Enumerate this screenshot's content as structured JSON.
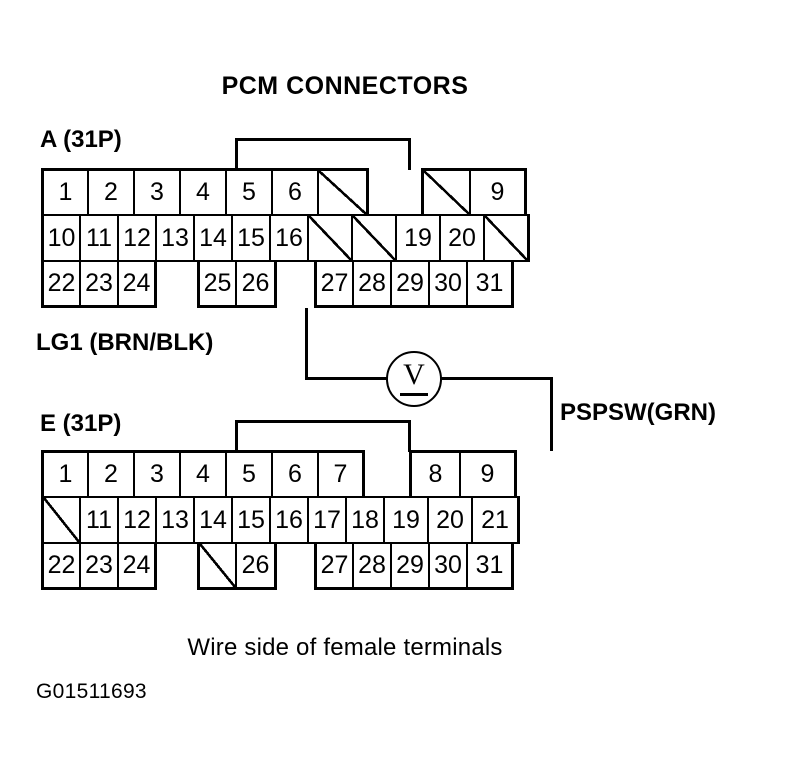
{
  "title": "PCM CONNECTORS",
  "caption": "Wire side of female terminals",
  "figure_id": "G01511693",
  "connectors": [
    {
      "id": "A",
      "label": "A (31P)",
      "rows": [
        [
          {
            "text": "1",
            "type": "pin"
          },
          {
            "text": "2",
            "type": "pin"
          },
          {
            "text": "3",
            "type": "pin"
          },
          {
            "text": "4",
            "type": "pin"
          },
          {
            "text": "5",
            "type": "pin"
          },
          {
            "text": "6",
            "type": "pin"
          },
          {
            "text": "",
            "type": "blank"
          },
          {
            "text": "",
            "type": "gap"
          },
          {
            "text": "",
            "type": "blank"
          },
          {
            "text": "9",
            "type": "pin"
          }
        ],
        [
          {
            "text": "10",
            "type": "pin"
          },
          {
            "text": "11",
            "type": "pin"
          },
          {
            "text": "12",
            "type": "pin"
          },
          {
            "text": "13",
            "type": "pin"
          },
          {
            "text": "14",
            "type": "pin"
          },
          {
            "text": "15",
            "type": "pin"
          },
          {
            "text": "16",
            "type": "pin"
          },
          {
            "text": "",
            "type": "blank"
          },
          {
            "text": "",
            "type": "blank"
          },
          {
            "text": "19",
            "type": "pin"
          },
          {
            "text": "20",
            "type": "pin"
          },
          {
            "text": "",
            "type": "blank"
          }
        ],
        [
          {
            "text": "22",
            "type": "pin"
          },
          {
            "text": "23",
            "type": "pin"
          },
          {
            "text": "24",
            "type": "pin"
          },
          {
            "text": "",
            "type": "gap"
          },
          {
            "text": "25",
            "type": "pin"
          },
          {
            "text": "26",
            "type": "pin"
          },
          {
            "text": "",
            "type": "gap"
          },
          {
            "text": "27",
            "type": "pin"
          },
          {
            "text": "28",
            "type": "pin"
          },
          {
            "text": "29",
            "type": "pin"
          },
          {
            "text": "30",
            "type": "pin"
          },
          {
            "text": "31",
            "type": "pin"
          }
        ]
      ]
    },
    {
      "id": "E",
      "label": "E (31P)",
      "rows": [
        [
          {
            "text": "1",
            "type": "pin"
          },
          {
            "text": "2",
            "type": "pin"
          },
          {
            "text": "3",
            "type": "pin"
          },
          {
            "text": "4",
            "type": "pin"
          },
          {
            "text": "5",
            "type": "pin"
          },
          {
            "text": "6",
            "type": "pin"
          },
          {
            "text": "7",
            "type": "pin"
          },
          {
            "text": "",
            "type": "gap"
          },
          {
            "text": "8",
            "type": "pin"
          },
          {
            "text": "9",
            "type": "pin"
          }
        ],
        [
          {
            "text": "",
            "type": "blank"
          },
          {
            "text": "11",
            "type": "pin"
          },
          {
            "text": "12",
            "type": "pin"
          },
          {
            "text": "13",
            "type": "pin"
          },
          {
            "text": "14",
            "type": "pin"
          },
          {
            "text": "15",
            "type": "pin"
          },
          {
            "text": "16",
            "type": "pin"
          },
          {
            "text": "17",
            "type": "pin"
          },
          {
            "text": "18",
            "type": "pin"
          },
          {
            "text": "19",
            "type": "pin"
          },
          {
            "text": "20",
            "type": "pin"
          },
          {
            "text": "21",
            "type": "pin"
          }
        ],
        [
          {
            "text": "22",
            "type": "pin"
          },
          {
            "text": "23",
            "type": "pin"
          },
          {
            "text": "24",
            "type": "pin"
          },
          {
            "text": "",
            "type": "gap"
          },
          {
            "text": "",
            "type": "blank"
          },
          {
            "text": "26",
            "type": "pin"
          },
          {
            "text": "",
            "type": "gap"
          },
          {
            "text": "27",
            "type": "pin"
          },
          {
            "text": "28",
            "type": "pin"
          },
          {
            "text": "29",
            "type": "pin"
          },
          {
            "text": "30",
            "type": "pin"
          },
          {
            "text": "31",
            "type": "pin"
          }
        ]
      ]
    }
  ],
  "wire_labels": {
    "lg1": "LG1 (BRN/BLK)",
    "pspsw": "PSPSW(GRN)"
  },
  "meter": {
    "symbol": "V",
    "name": "voltmeter"
  },
  "colors": {
    "line": "#000000",
    "background": "#ffffff"
  }
}
